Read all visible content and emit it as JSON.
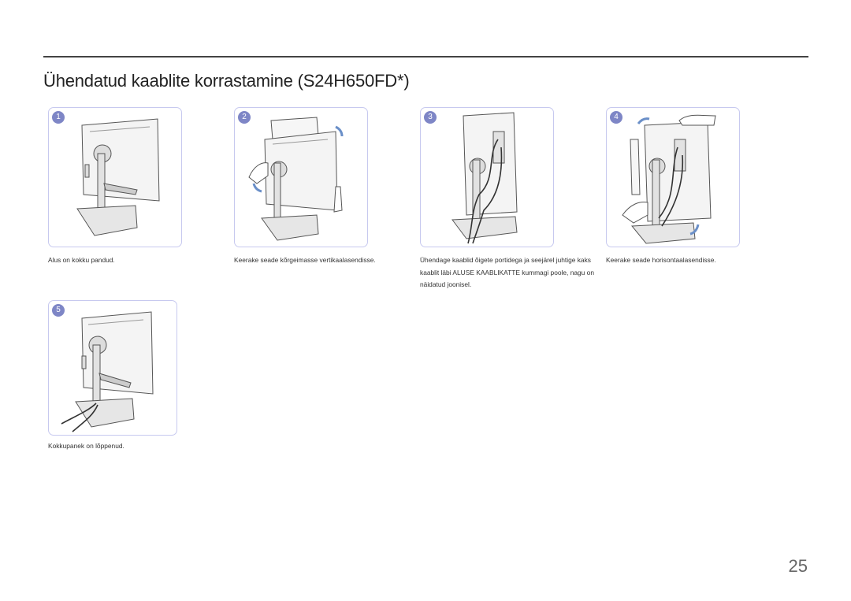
{
  "heading": "Ühendatud kaablite korrastamine (S24H650FD*)",
  "steps": [
    {
      "number": "1",
      "caption": "Alus on kokku pandud."
    },
    {
      "number": "2",
      "caption": "Keerake seade kõrgeimasse vertikaalasendisse."
    },
    {
      "number": "3",
      "caption": "Ühendage kaablid õigete portidega ja seejärel juhtige kaks kaablit läbi ALUSE KAABLIKATTE kummagi poole, nagu on näidatud joonisel."
    },
    {
      "number": "4",
      "caption": "Keerake seade horisontaalasendisse."
    },
    {
      "number": "5",
      "caption": "Kokkupanek on lõppenud."
    }
  ],
  "page_number": "25",
  "colors": {
    "badge": "#7e86c6",
    "panel_border": "#c7c9ef",
    "arrow": "#6a8fc8"
  }
}
